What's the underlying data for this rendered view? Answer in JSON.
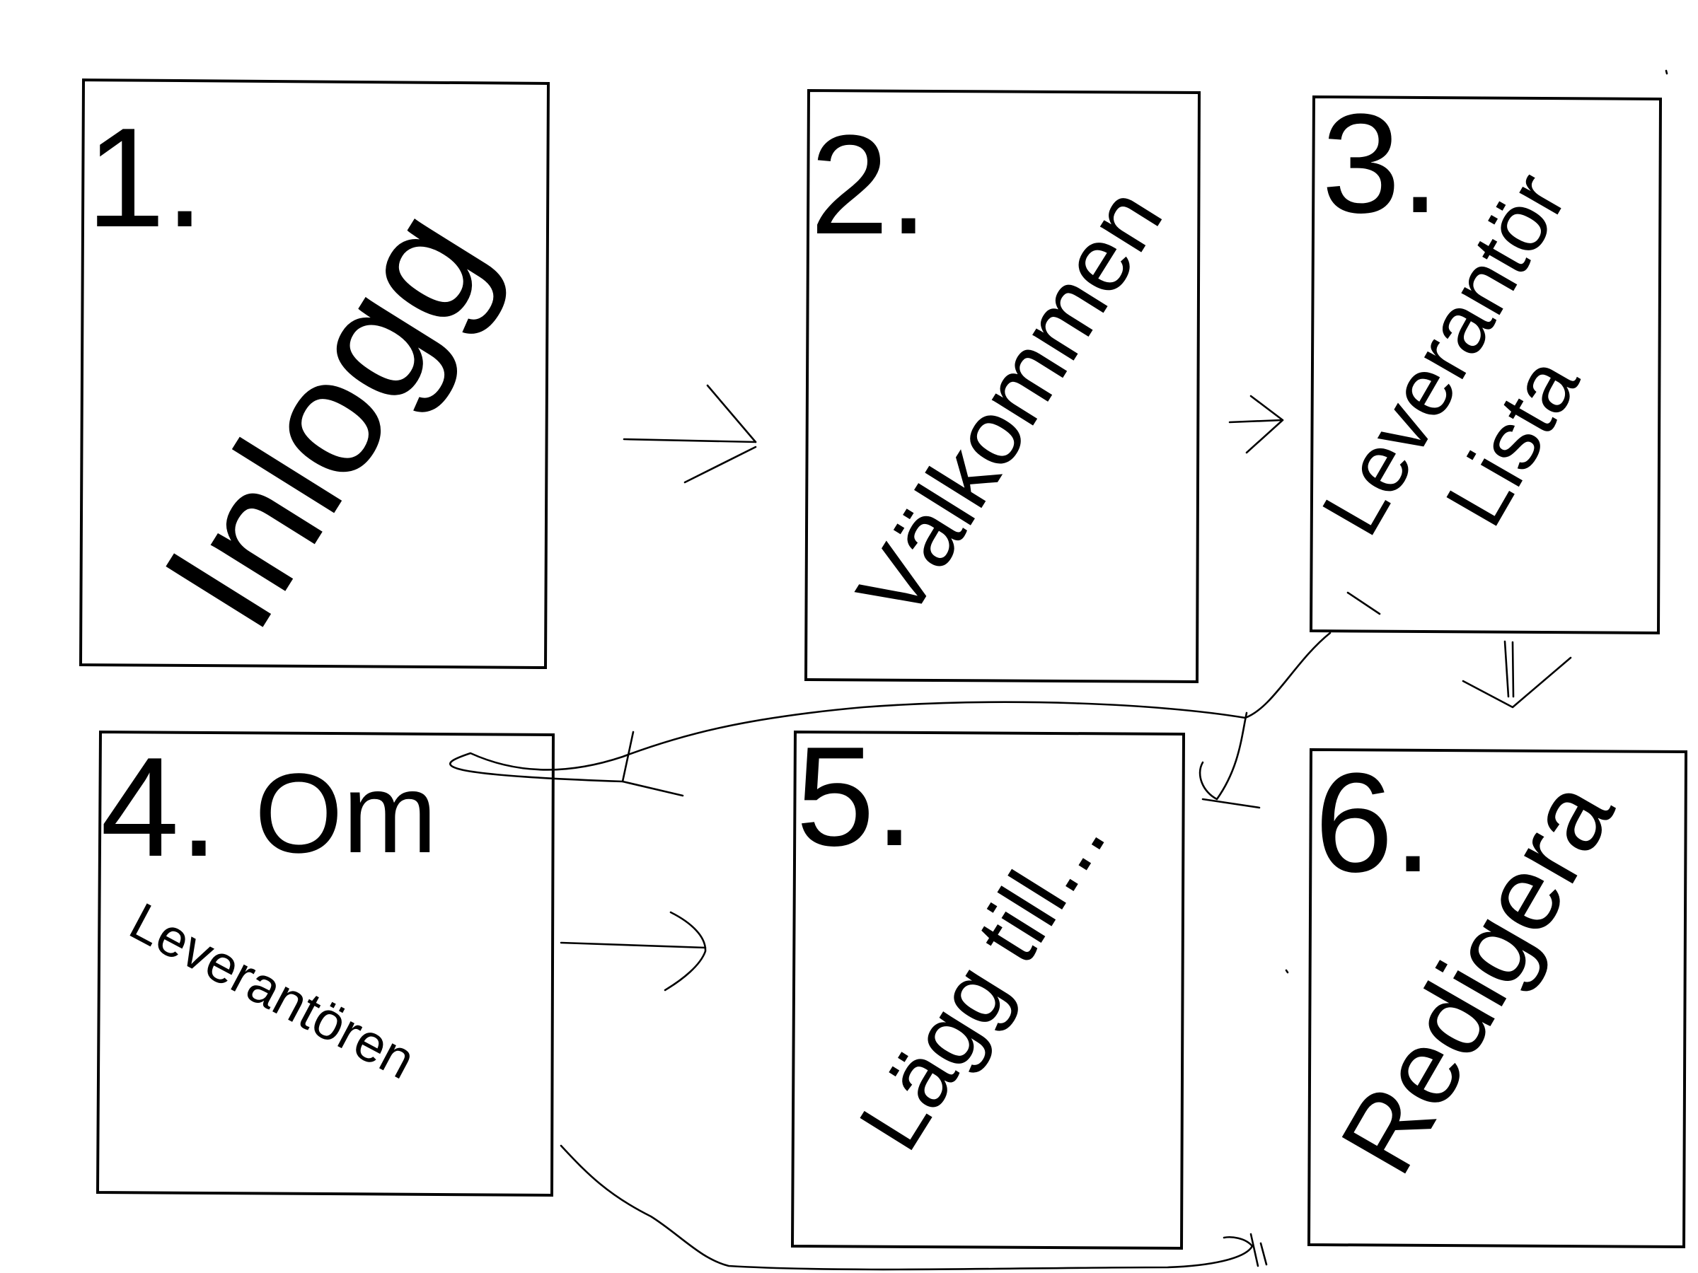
{
  "screens": [
    {
      "number": "1.",
      "label": "Inlogg"
    },
    {
      "number": "2.",
      "label": "Välkommen"
    },
    {
      "number": "3.",
      "label_line1": "Leverantör",
      "label_line2": "Lista"
    },
    {
      "number": "4.",
      "label": "Om",
      "sublabel": "Leverantören"
    },
    {
      "number": "5.",
      "label": "Lägg till..."
    },
    {
      "number": "6.",
      "label": "Redigera"
    }
  ],
  "arrows": [
    {
      "from": "1.",
      "to": "2."
    },
    {
      "from": "2.",
      "to": "3."
    },
    {
      "from": "3.",
      "to": "6."
    },
    {
      "from": "3.",
      "to": "4."
    },
    {
      "from": "3.",
      "to": "5."
    },
    {
      "from": "4.",
      "to": "5."
    }
  ]
}
